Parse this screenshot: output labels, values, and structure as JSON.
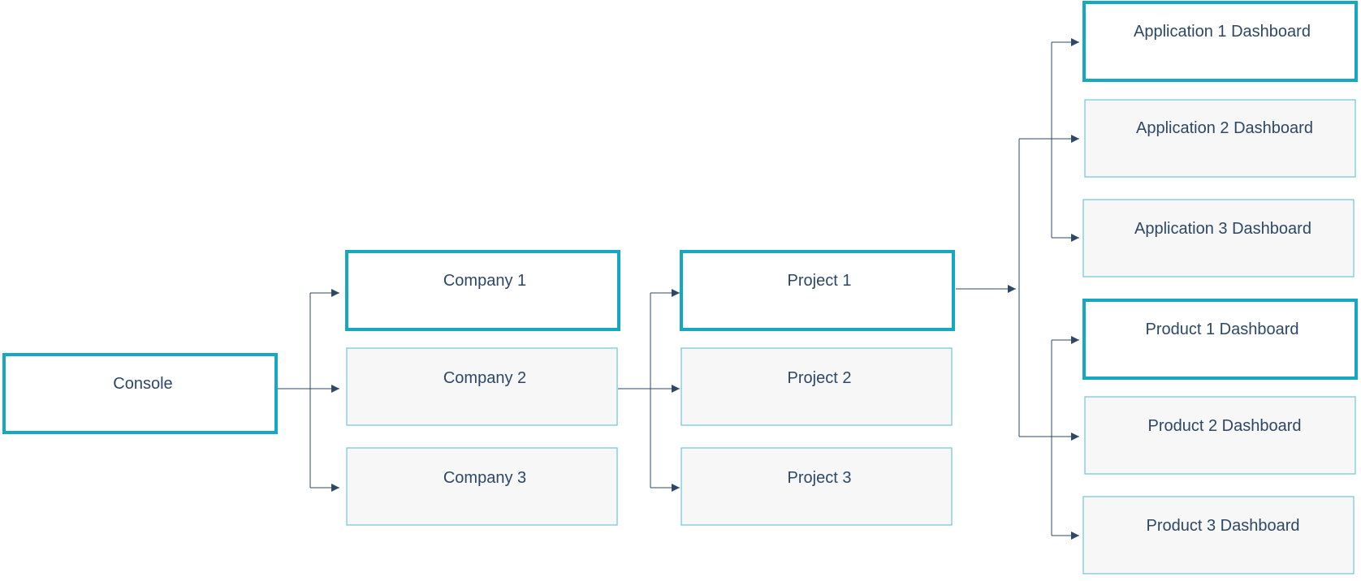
{
  "colors": {
    "highlight_border": "#14a8c2",
    "normal_border": "#6ec6d8",
    "highlight_fill": "#ffffff",
    "normal_fill": "#f7f7f7",
    "text": "#2c4866",
    "connector": "#2c4866"
  },
  "diagram": {
    "console": {
      "label": "Console",
      "highlighted": true
    },
    "companies": [
      {
        "label": "Company 1",
        "highlighted": true
      },
      {
        "label": "Company 2",
        "highlighted": false
      },
      {
        "label": "Company 3",
        "highlighted": false
      }
    ],
    "projects": [
      {
        "label": "Project 1",
        "highlighted": true
      },
      {
        "label": "Project 2",
        "highlighted": false
      },
      {
        "label": "Project 3",
        "highlighted": false
      }
    ],
    "applications": [
      {
        "label": "Application 1 Dashboard",
        "highlighted": true
      },
      {
        "label": "Application 2 Dashboard",
        "highlighted": false
      },
      {
        "label": "Application 3 Dashboard",
        "highlighted": false
      }
    ],
    "products": [
      {
        "label": "Product 1 Dashboard",
        "highlighted": true
      },
      {
        "label": "Product 2 Dashboard",
        "highlighted": false
      },
      {
        "label": "Product 3 Dashboard",
        "highlighted": false
      }
    ]
  }
}
